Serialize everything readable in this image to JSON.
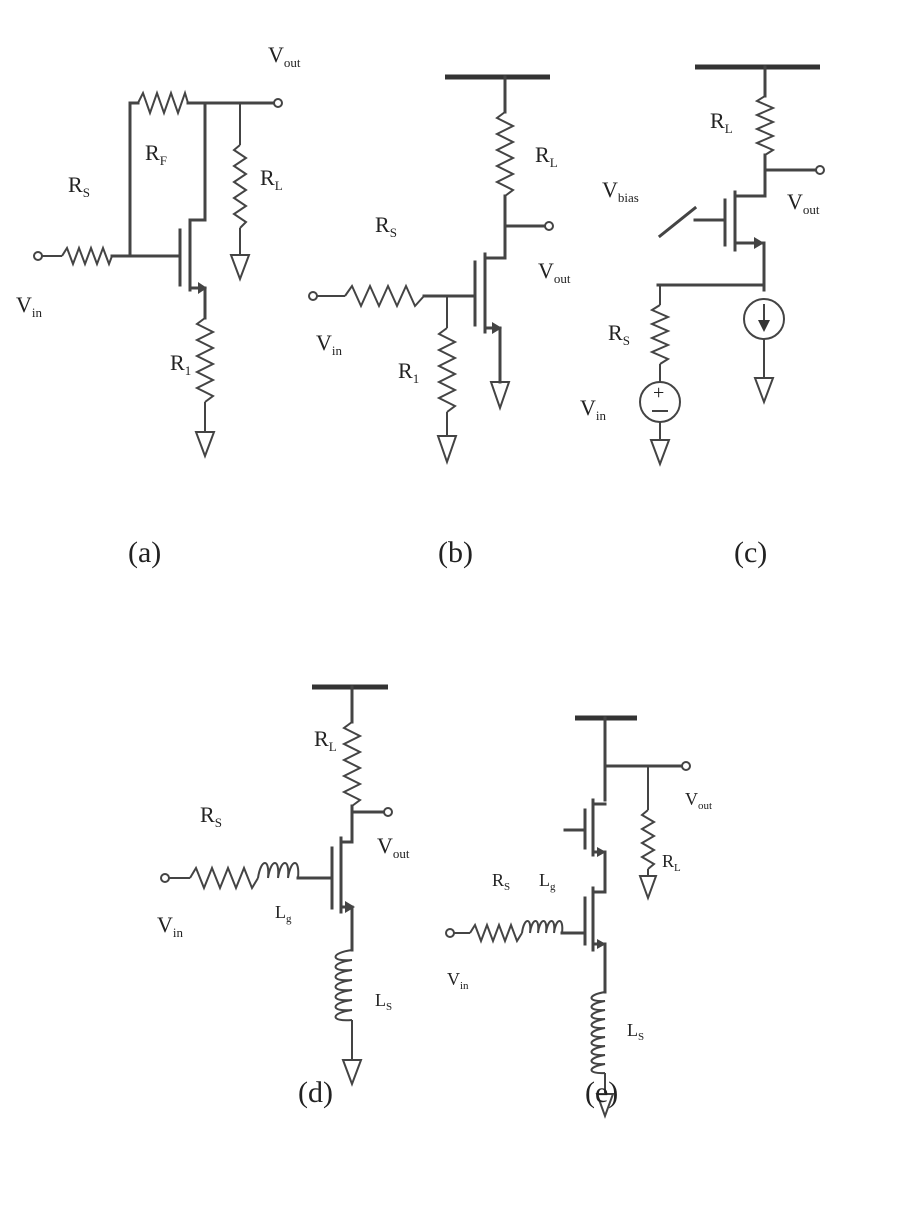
{
  "figure": {
    "panels": [
      {
        "caption": "(a)",
        "labels": {
          "vout": {
            "main": "V",
            "sub": "out"
          },
          "rf": {
            "main": "R",
            "sub": "F"
          },
          "rs": {
            "main": "R",
            "sub": "S"
          },
          "rl": {
            "main": "R",
            "sub": "L"
          },
          "vin": {
            "main": "V",
            "sub": "in"
          },
          "r1": {
            "main": "R",
            "sub": "1"
          }
        }
      },
      {
        "caption": "(b)",
        "labels": {
          "rl": {
            "main": "R",
            "sub": "L"
          },
          "rs": {
            "main": "R",
            "sub": "S"
          },
          "vout": {
            "main": "V",
            "sub": "out"
          },
          "vin": {
            "main": "V",
            "sub": "in"
          },
          "r1": {
            "main": "R",
            "sub": "1"
          }
        }
      },
      {
        "caption": "(c)",
        "labels": {
          "rl": {
            "main": "R",
            "sub": "L"
          },
          "vbias": {
            "main": "V",
            "sub": "bias"
          },
          "vout": {
            "main": "V",
            "sub": "out"
          },
          "rs": {
            "main": "R",
            "sub": "S"
          },
          "vin": {
            "main": "V",
            "sub": "in"
          }
        }
      },
      {
        "caption": "(d)",
        "labels": {
          "rl": {
            "main": "R",
            "sub": "L"
          },
          "rs": {
            "main": "R",
            "sub": "S"
          },
          "vout": {
            "main": "V",
            "sub": "out"
          },
          "vin": {
            "main": "V",
            "sub": "in"
          },
          "lg": {
            "main": "L",
            "sub": "g"
          },
          "ls": {
            "main": "L",
            "sub": "S"
          }
        }
      },
      {
        "caption": "(e)",
        "labels": {
          "vout": {
            "main": "V",
            "sub": "out"
          },
          "rl": {
            "main": "R",
            "sub": "L"
          },
          "rs": {
            "main": "R",
            "sub": "S"
          },
          "lg": {
            "main": "L",
            "sub": "g"
          },
          "vin": {
            "main": "V",
            "sub": "in"
          },
          "ls": {
            "main": "L",
            "sub": "S"
          }
        }
      }
    ]
  }
}
